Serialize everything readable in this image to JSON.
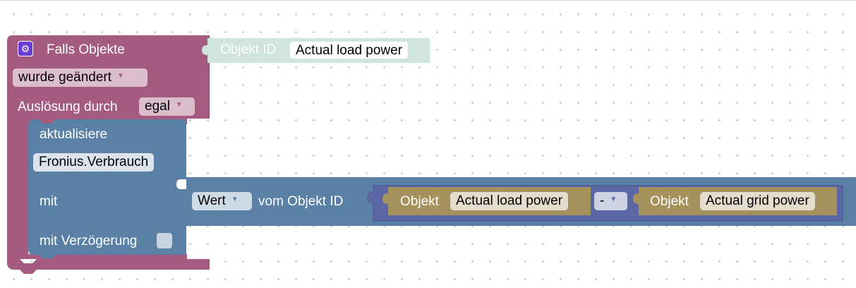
{
  "trigger_block": {
    "title": "Falls Objekte",
    "change_mode": "wurde geändert",
    "trigger_label": "Auslösung durch",
    "trigger_value": "egal",
    "object_label": "Objekt ID",
    "object_name": "Actual load power",
    "color": "#a55b80"
  },
  "update_block": {
    "title": "aktualisiere",
    "target": "Fronius.Verbrauch",
    "with_label": "mit",
    "delay_label": "mit Verzögerung",
    "color": "#5b80a5"
  },
  "value_block": {
    "property": "Wert",
    "suffix": "vom Objekt ID"
  },
  "math_block": {
    "operator": "-",
    "left_label": "Objekt",
    "left_value": "Actual load power",
    "right_label": "Objekt",
    "right_value": "Actual grid power",
    "color": "#5b67a5"
  },
  "object_block_color": "#a5915b",
  "object_id_block_color": "#cfe4dc"
}
